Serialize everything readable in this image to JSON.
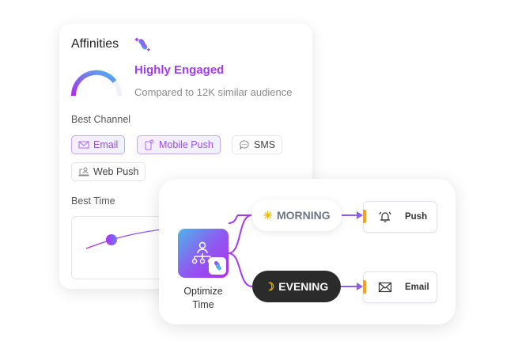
{
  "affinities": {
    "title": "Affinities",
    "engagement_level": "Highly Engaged",
    "comparison_text": "Compared to 12K similar audience",
    "best_channel_label": "Best Channel",
    "channels": [
      {
        "label": "Email",
        "icon": "mail-icon",
        "selected": true
      },
      {
        "label": "Mobile Push",
        "icon": "mobile-push-icon",
        "selected": true
      },
      {
        "label": "SMS",
        "icon": "chat-bubble-icon",
        "selected": false
      },
      {
        "label": "Web Push",
        "icon": "web-push-icon",
        "selected": false
      }
    ],
    "best_time_label": "Best Time"
  },
  "optimize": {
    "node_label": "Optimize Time",
    "branches": [
      {
        "label": "MORNING",
        "icon": "sun-icon",
        "destination": "Push",
        "destination_icon": "bell-icon"
      },
      {
        "label": "EVENING",
        "icon": "moon-icon",
        "destination": "Email",
        "destination_icon": "mail-icon"
      }
    ]
  },
  "colors": {
    "accent_purple": "#a43bf0",
    "accent_blue": "#4cb4e8",
    "connector": "#8b5cf6",
    "destination_marker": "#f7a21a",
    "evening_bg": "#2b2b2b"
  }
}
